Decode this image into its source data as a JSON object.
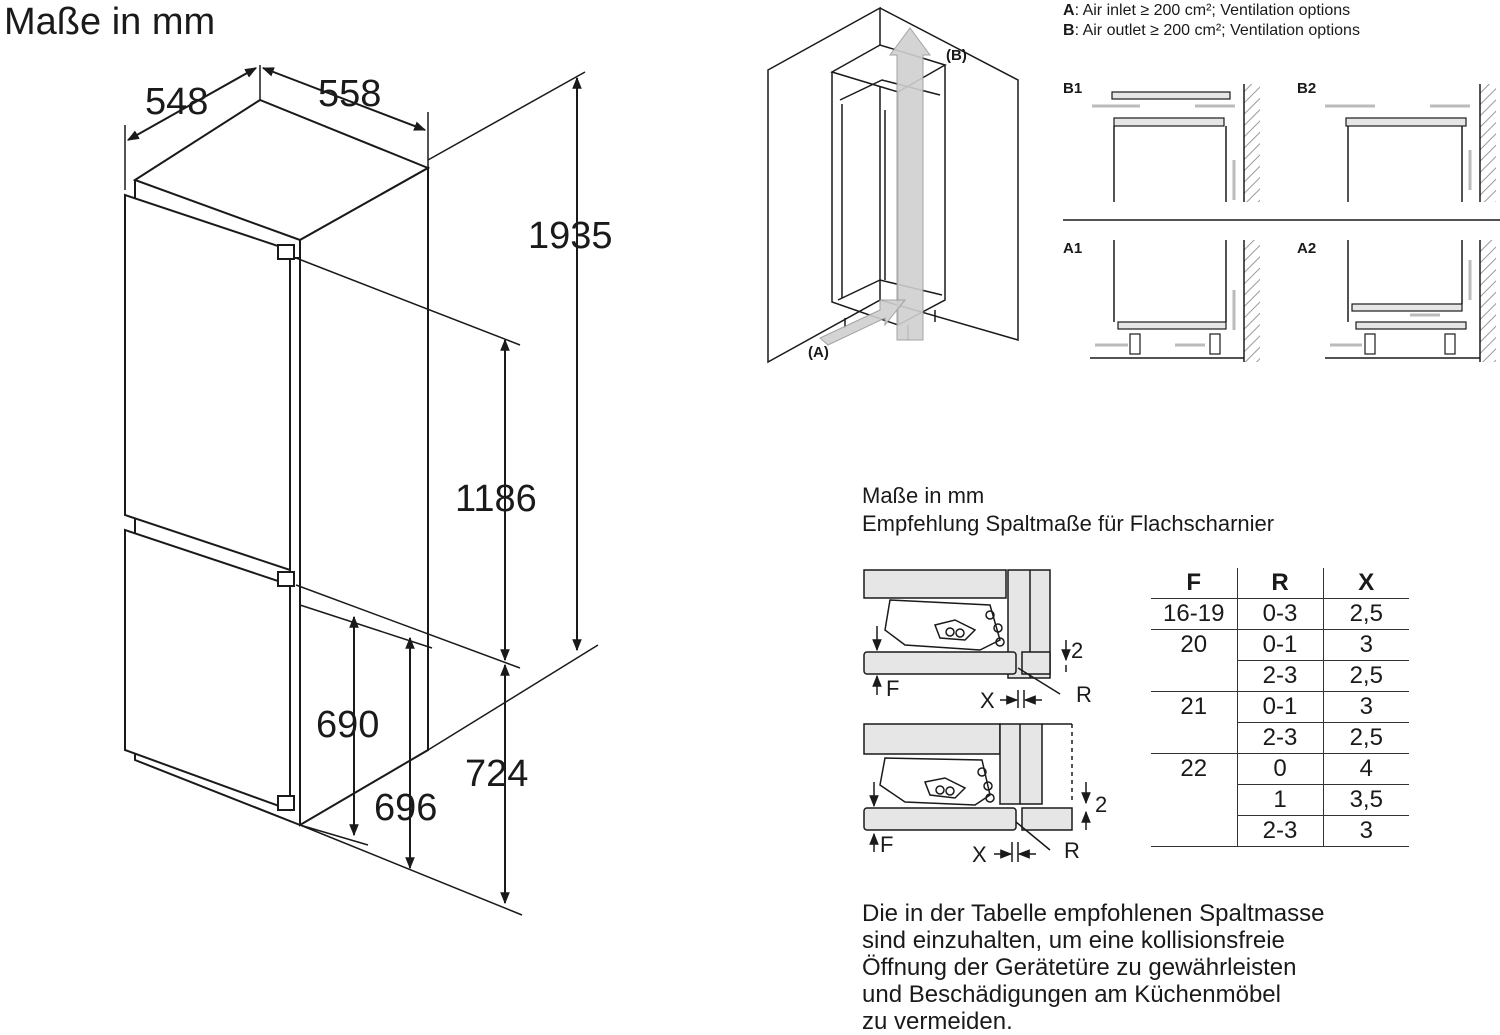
{
  "header": {
    "title": "Maße in mm"
  },
  "legend": {
    "a_key": "A",
    "a_text": ": Air inlet ≥ 200 cm²; Ventilation options",
    "b_key": "B",
    "b_text": ": Air outlet ≥ 200 cm²; Ventilation options"
  },
  "dimensions": {
    "depth": "548",
    "width": "558",
    "height": "1935",
    "upper": "1186",
    "lower_left": "690",
    "lower_mid": "696",
    "lower_right": "724"
  },
  "niche": {
    "label_a": "(A)",
    "label_b": "(B)"
  },
  "ventilation": {
    "b1": "B1",
    "b2": "B2",
    "a1": "A1",
    "a2": "A2"
  },
  "hinge": {
    "header": "Maße in mm",
    "subtitle": "Empfehlung Spaltmaße für Flachscharnier",
    "label_2": "2",
    "label_f": "F",
    "label_x": "X",
    "label_r": "R"
  },
  "table": {
    "headers": [
      "F",
      "R",
      "X"
    ],
    "rows": [
      [
        "16-19",
        "0-3",
        "2,5"
      ],
      [
        "20",
        "0-1",
        "3"
      ],
      [
        "",
        "2-3",
        "2,5"
      ],
      [
        "21",
        "0-1",
        "3"
      ],
      [
        "",
        "2-3",
        "2,5"
      ],
      [
        "22",
        "0",
        "4"
      ],
      [
        "",
        "1",
        "3,5"
      ],
      [
        "",
        "2-3",
        "3"
      ]
    ]
  },
  "note": {
    "lines": [
      "Die in der Tabelle empfohlenen Spaltmasse",
      "sind einzuhalten, um eine kollisionsfreie",
      "Öffnung der Gerätetüre zu gewährleisten",
      "und Beschädigungen am Küchenmöbel",
      "zu vermeiden."
    ]
  },
  "colors": {
    "line": "#1a1a1a",
    "arrow_fill": "#d0d0d0",
    "wall_hatch": "#9a9a9a",
    "part_fill": "#e6e6e6"
  }
}
